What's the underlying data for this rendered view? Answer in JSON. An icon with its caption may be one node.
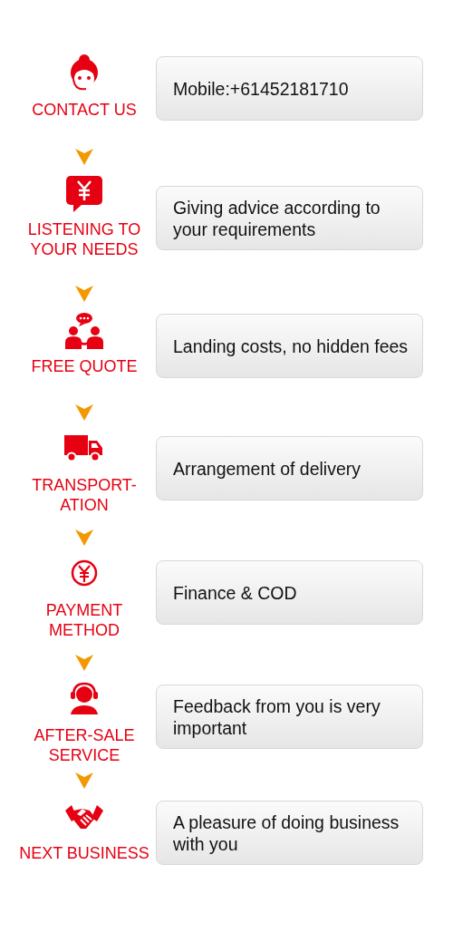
{
  "diagram": {
    "nodes": [
      {
        "text": [
          "CONTACT US"
        ]
      },
      {
        "text": [
          "Mobile:+61452181710"
        ]
      },
      {
        "text": [
          "LISTENING TO YOUR NEEDS"
        ]
      },
      {
        "text": [
          "Giving advice according to your requirements"
        ]
      },
      {
        "text": [
          "FREE QUOTE"
        ]
      },
      {
        "text": [
          "Landing costs, no hidden fees"
        ]
      },
      {
        "text": [
          "TRANSPORT- ATION"
        ]
      },
      {
        "text": [
          "Arrangement of delivery"
        ]
      },
      {
        "text": [
          "PAYMENT METHOD"
        ]
      },
      {
        "text": [
          "Finance & COD"
        ]
      },
      {
        "text": [
          "AFTER-SALE SERVICE"
        ]
      },
      {
        "text": [
          "Feedback from you is very important"
        ]
      },
      {
        "text": [
          "NEXT BUSINESS"
        ]
      },
      {
        "text": [
          "A pleasure of doing business with you"
        ]
      }
    ],
    "edges": [
      {
        "from": 0,
        "to": 2,
        "arrow": "to"
      },
      {
        "from": 2,
        "to": 4,
        "arrow": "to"
      },
      {
        "from": 4,
        "to": 6,
        "arrow": "to"
      },
      {
        "from": 6,
        "to": 8,
        "arrow": "to"
      },
      {
        "from": 8,
        "to": 10,
        "arrow": "to"
      },
      {
        "from": 10,
        "to": 12,
        "arrow": "to"
      }
    ]
  }
}
